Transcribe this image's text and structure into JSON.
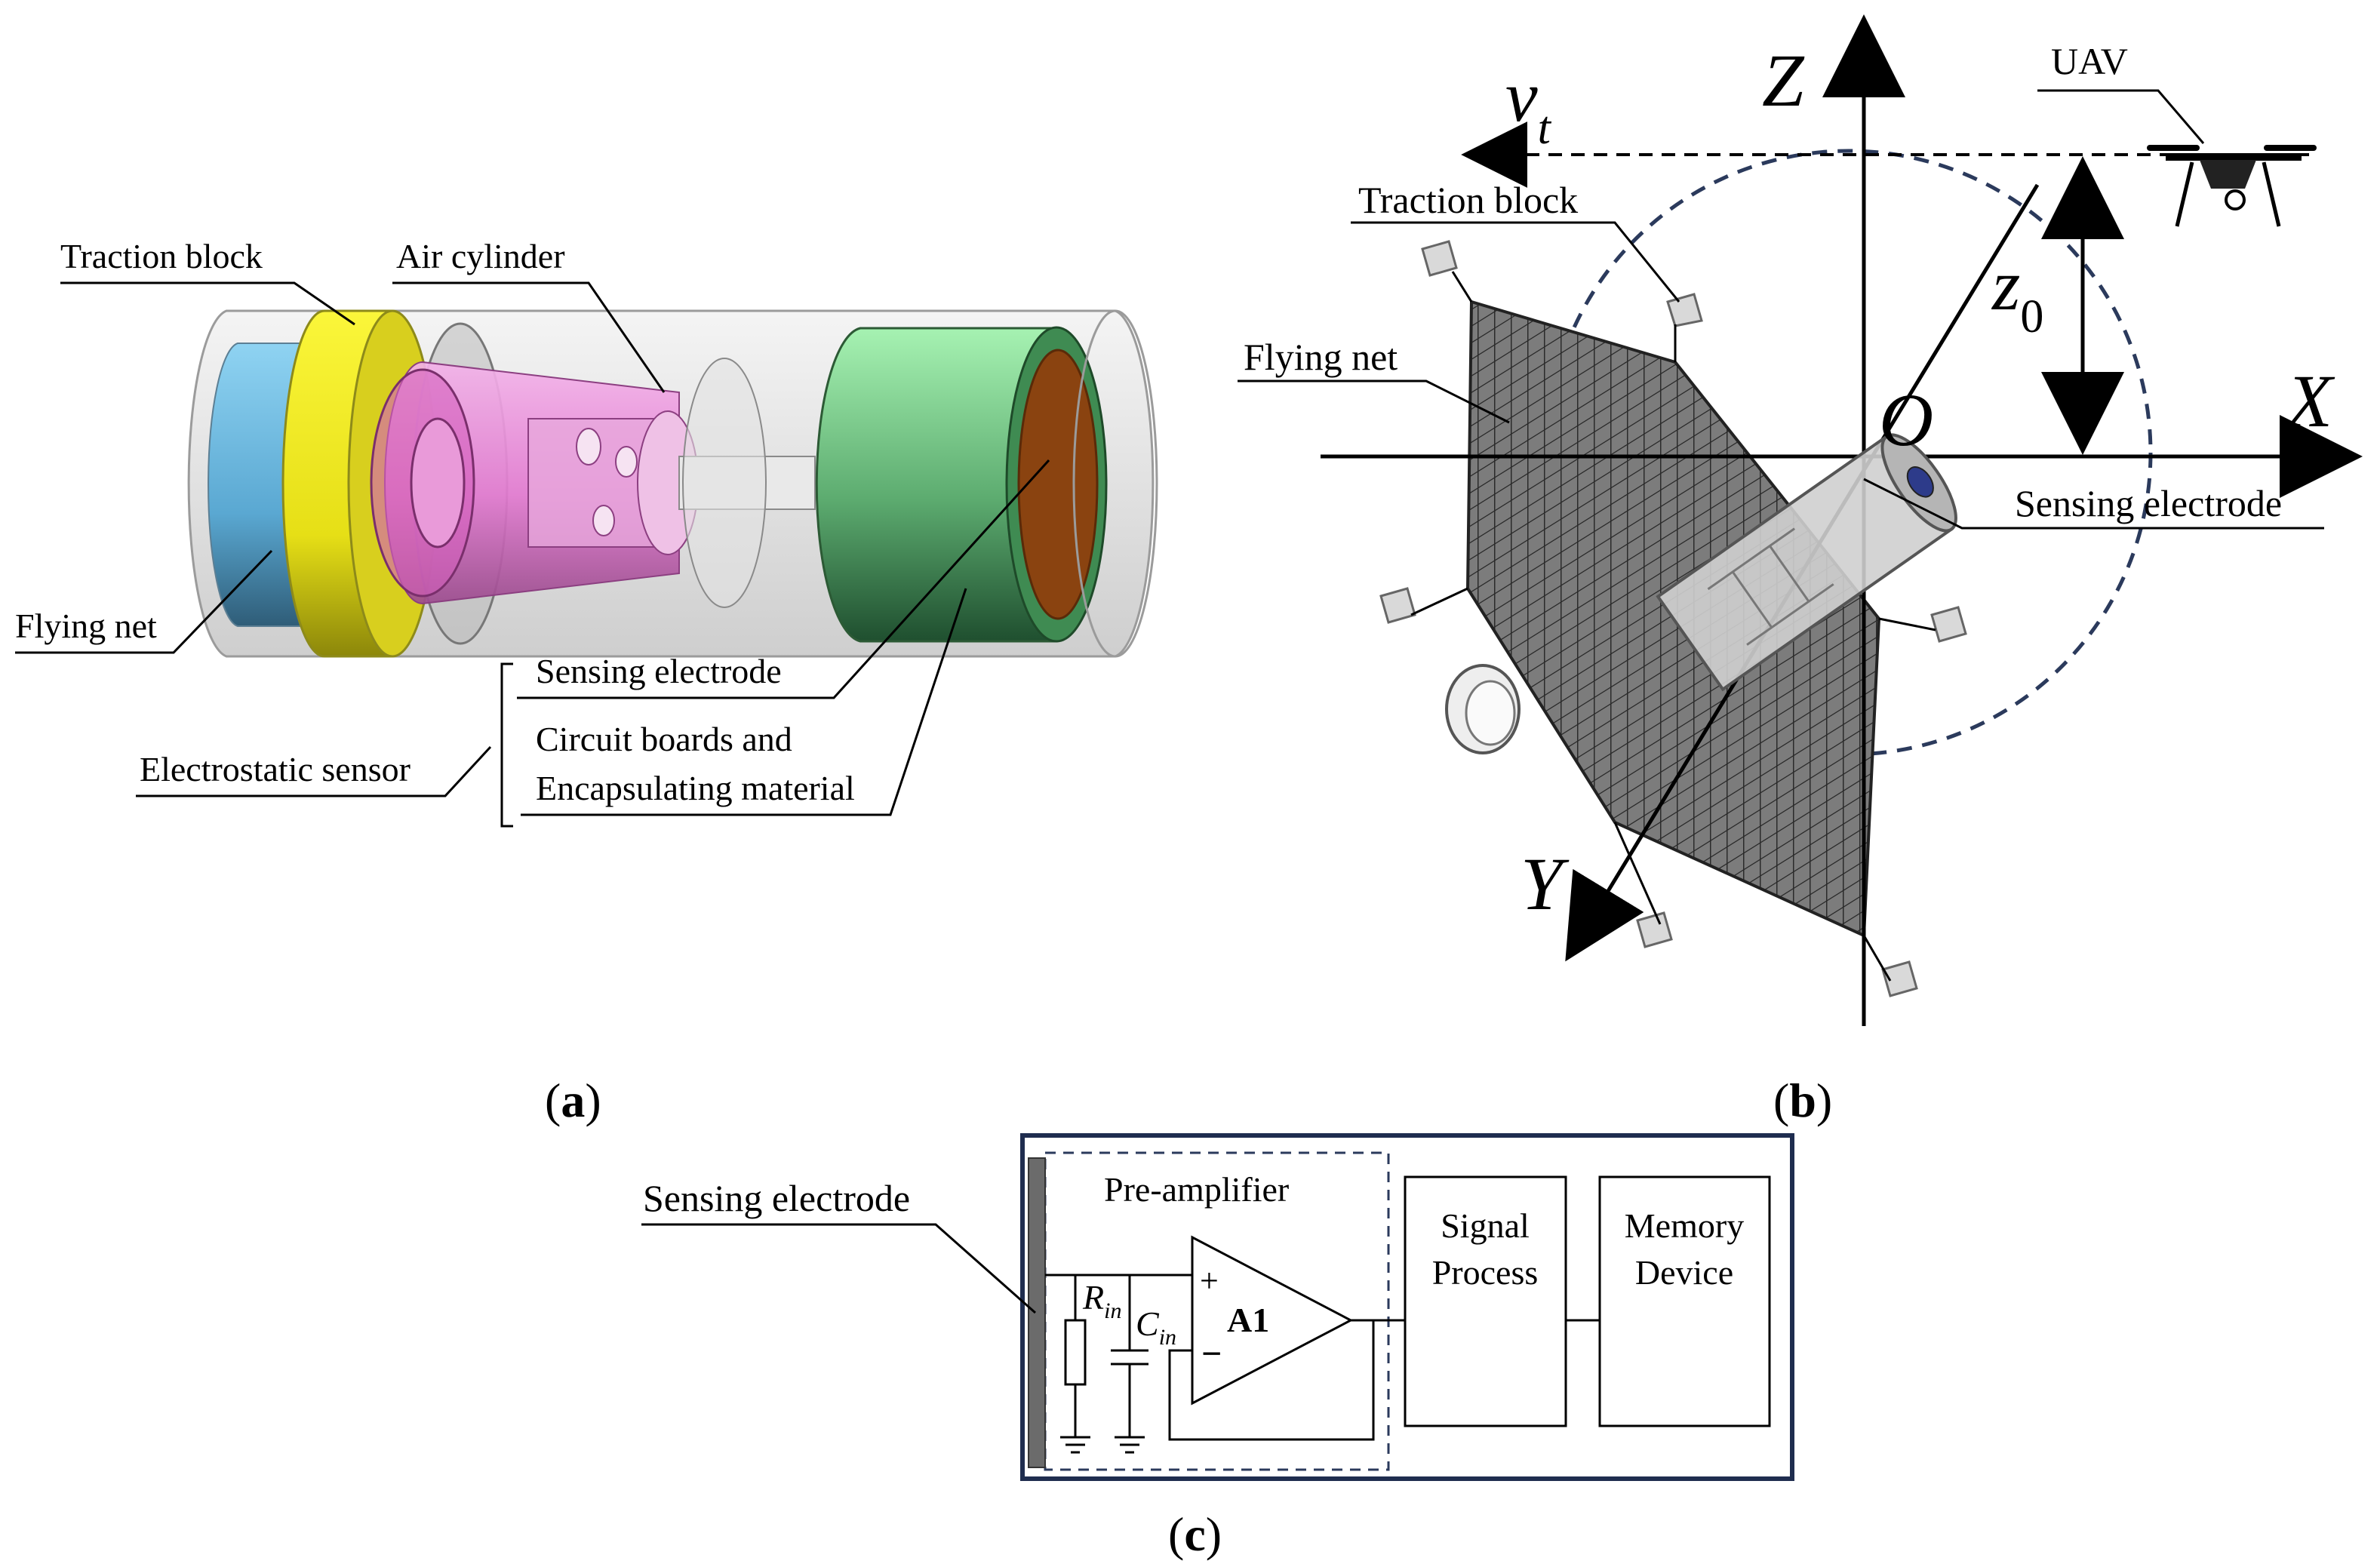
{
  "panel_a": {
    "label_open": "(",
    "label_letter": "a",
    "label_close": ")",
    "callouts": {
      "traction_block": "Traction block",
      "air_cylinder": "Air cylinder",
      "flying_net": "Flying net",
      "sensing_electrode": "Sensing electrode",
      "circuit_boards_line1": "Circuit boards and",
      "circuit_boards_line2": "Encapsulating material",
      "electrostatic_sensor": "Electrostatic sensor"
    },
    "colors": {
      "flying_net_part": "#6fb8de",
      "traction_block_part": "#f2ee1c",
      "air_cylinder_part": "#e27ad0",
      "sensor_body": "#58b06e",
      "sensor_body_top": "#a6f2b2",
      "sensing_electrode_face": "#8a4310"
    }
  },
  "panel_b": {
    "label_open": "(",
    "label_letter": "b",
    "label_close": ")",
    "axes": {
      "z": "Z",
      "x": "X",
      "y": "Y",
      "origin": "O"
    },
    "velocity": {
      "base": "v",
      "sub": "t"
    },
    "height": {
      "base": "z",
      "sub": "0"
    },
    "callouts": {
      "uav": "UAV",
      "traction_block": "Traction block",
      "flying_net": "Flying net",
      "sensing_electrode": "Sensing electrode"
    }
  },
  "panel_c": {
    "label_open": "(",
    "label_letter": "c",
    "label_close": ")",
    "sensing_electrode": "Sensing electrode",
    "pre_amplifier": "Pre-amplifier",
    "resistor": {
      "base": "R",
      "sub": "in"
    },
    "capacitor": {
      "base": "C",
      "sub": "in"
    },
    "opamp": {
      "name": "A1",
      "plus": "+",
      "minus": "−"
    },
    "signal_process": {
      "line1": "Signal",
      "line2": "Process"
    },
    "memory_device": {
      "line1": "Memory",
      "line2": "Device"
    }
  }
}
